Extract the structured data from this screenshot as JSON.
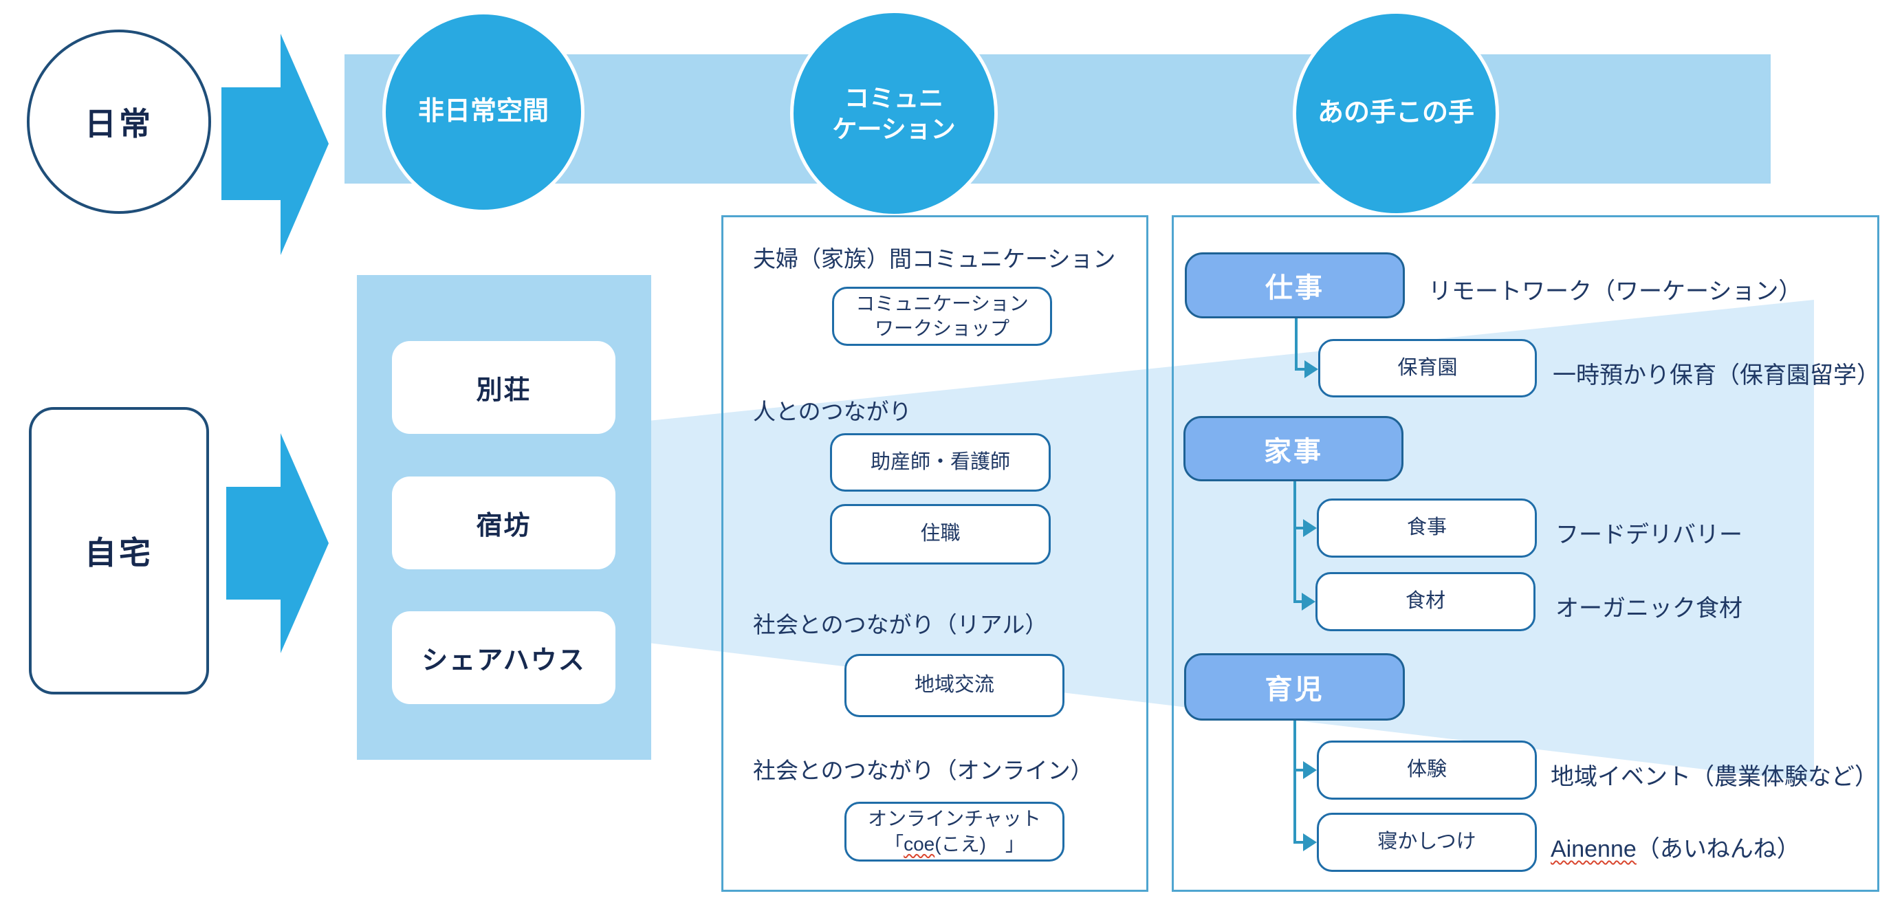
{
  "palette": {
    "cyan": "#29A9E1",
    "light_blue_band": "#A8D7F2",
    "pale_beam": "#D8ECFA",
    "navy_text": "#1F3864",
    "dark_outline": "#1F4E79",
    "panel_border": "#4FA5D0",
    "box_border": "#1F6DA8",
    "category_fill": "#7FB1F0",
    "category_border": "#1E6295",
    "connector_teal": "#2E96C0",
    "spellcheck_red": "#D9462F"
  },
  "flow": {
    "start_circle": "日常",
    "home_box": "自宅",
    "stage_circles": [
      {
        "line1": "非日常空間"
      },
      {
        "line1": "コミュニ",
        "line2": "ケーション"
      },
      {
        "line1": "あの手この手"
      }
    ]
  },
  "stay_options": [
    {
      "label": "別荘"
    },
    {
      "label": "宿坊"
    },
    {
      "label": "シェアハウス"
    }
  ],
  "communication_panel": {
    "heading1": "夫婦（家族）間コミュニケーション",
    "box1_line1": "コミュニケーション",
    "box1_line2": "ワークショップ",
    "heading2": "人とのつながり",
    "box2": "助産師・看護師",
    "box3": "住職",
    "heading3": "社会とのつながり（リアル）",
    "box4": "地域交流",
    "heading4": "社会とのつながり（オンライン）",
    "box5_line1": "オンラインチャット",
    "box5_line2_pre": "「",
    "box5_line2_wavy": "coe",
    "box5_line2_post": "(こえ)　」"
  },
  "support_panel": {
    "categories": [
      {
        "label": "仕事",
        "note": "リモートワーク（ワーケーション）"
      },
      {
        "label": "家事",
        "note": ""
      },
      {
        "label": "育児",
        "note": ""
      }
    ],
    "children": [
      {
        "label": "保育園",
        "note": "一時預かり保育（保育園留学）"
      },
      {
        "label": "食事",
        "note": "フードデリバリー"
      },
      {
        "label": "食材",
        "note": "オーガニック食材"
      },
      {
        "label": "体験",
        "note": "地域イベント（農業体験など）"
      },
      {
        "label": "寝かしつけ",
        "note_wavy": "Ainenne",
        "note_post": "（あいねんね）"
      }
    ]
  }
}
